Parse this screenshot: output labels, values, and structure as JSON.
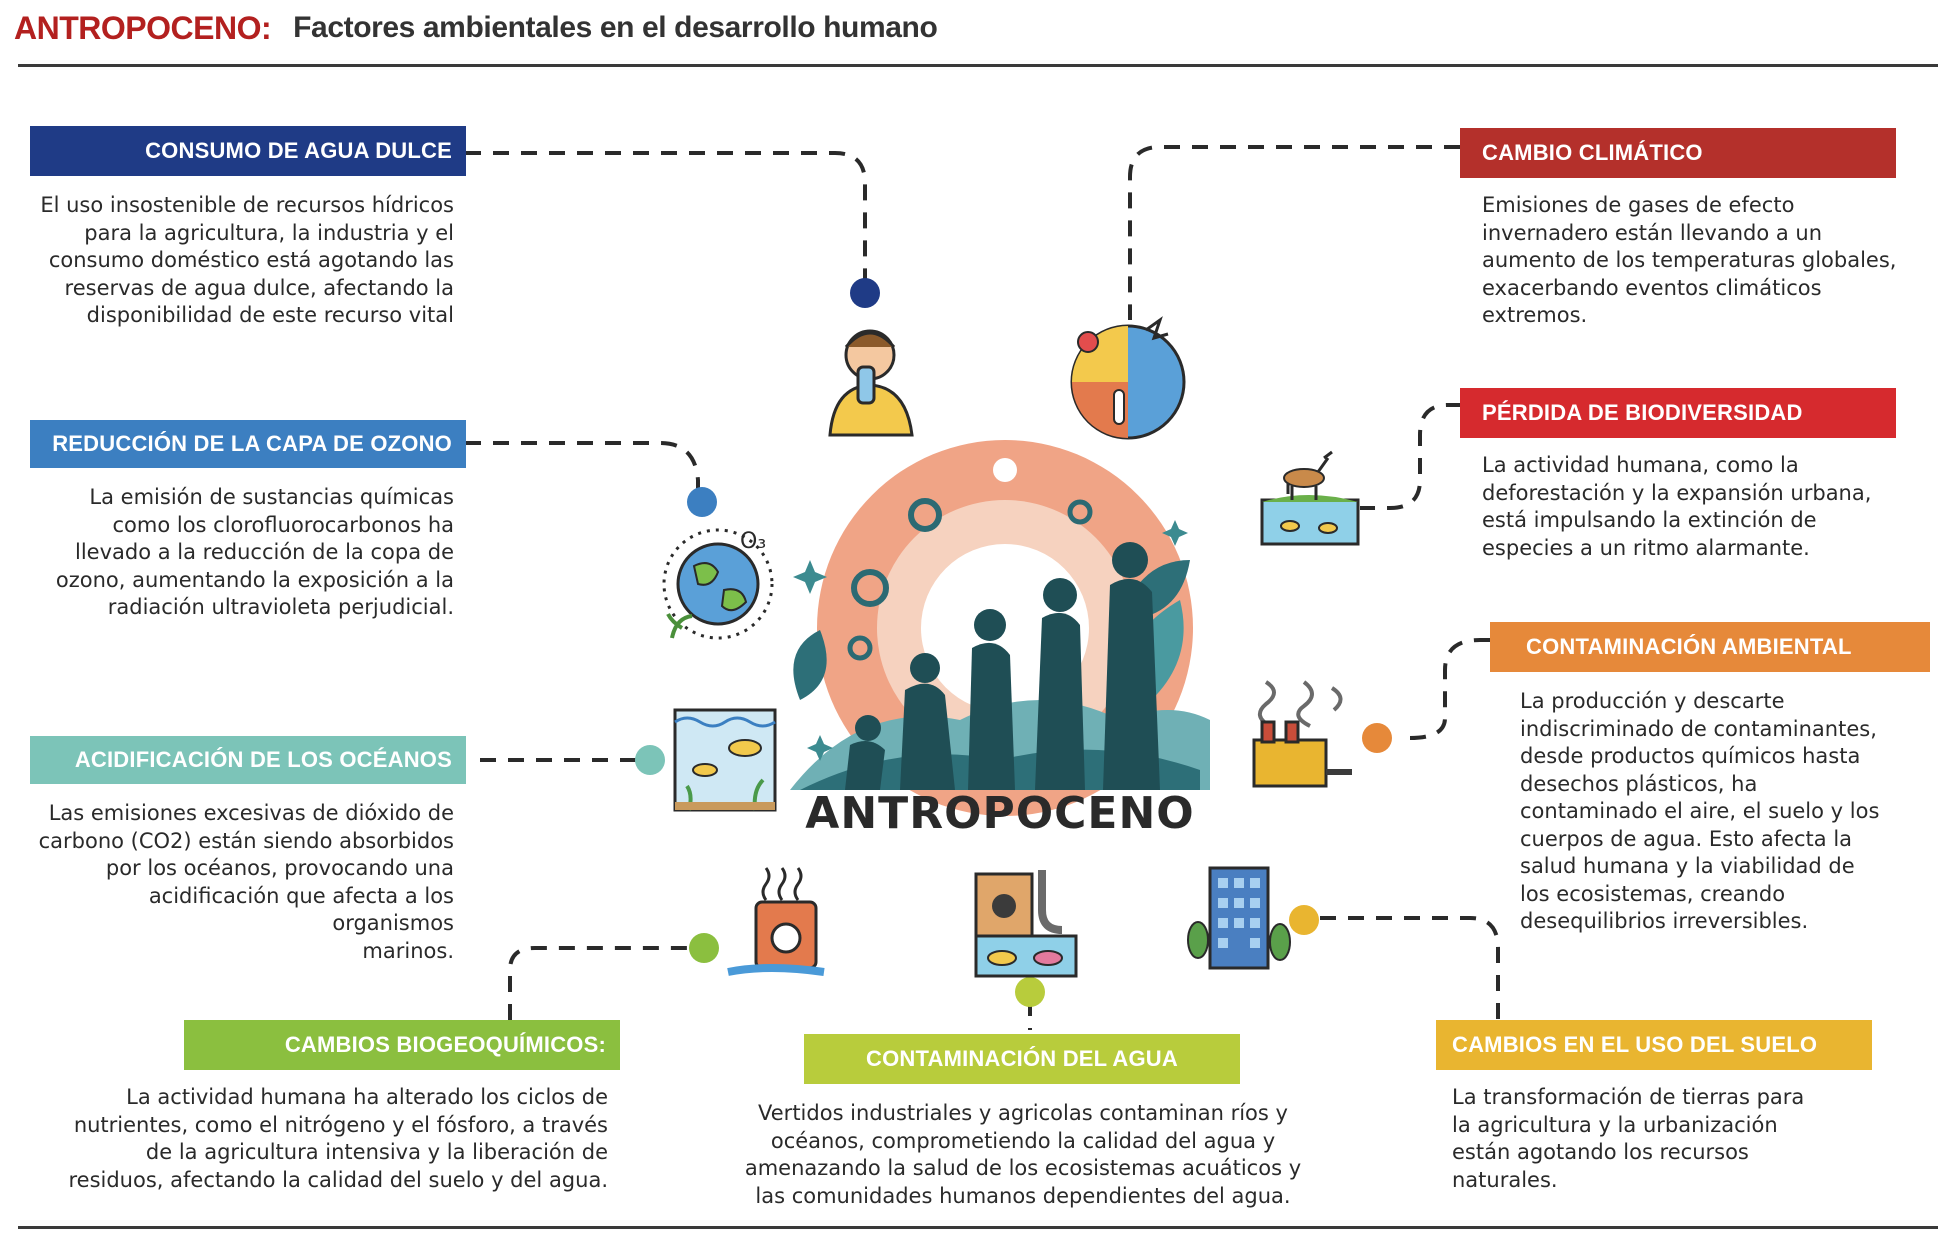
{
  "header": {
    "brand": "ANTROPOCENO:",
    "subtitle": "Factores ambientales en el desarrollo humano"
  },
  "center_label": "ANTROPOCENO",
  "colors": {
    "navy": "#1f3b86",
    "blue": "#3c7fc1",
    "teal": "#7cc4b8",
    "green": "#8bbf3f",
    "lime": "#b8cc3c",
    "yellow": "#e9b530",
    "orange": "#e6893a",
    "red": "#d62a2e",
    "darkred": "#b4302b"
  },
  "factors": {
    "agua_dulce": {
      "title": "CONSUMO DE AGUA DULCE",
      "lines": [
        "El uso insostenible de recursos hídricos",
        "para la agricultura, la industria y el",
        "consumo doméstico está agotando las",
        "reservas de agua dulce, afectando la",
        "disponibilidad de este recurso vital"
      ]
    },
    "ozono": {
      "title": "REDUCCIÓN DE LA CAPA DE OZONO",
      "lines": [
        "La emisión de sustancias químicas",
        "como los clorofluorocarbonos ha",
        "llevado a la reducción de la copa de",
        "ozono, aumentando la exposición a la",
        "radiación ultravioleta perjudicial."
      ]
    },
    "oceanos": {
      "title": "ACIDIFICACIÓN DE LOS OCÉANOS",
      "lines": [
        "Las emisiones excesivas de dióxido de",
        "carbono (CO2) están siendo absorbidos",
        "por los océanos, provocando una",
        "acidificación que afecta a los organismos",
        "marinos."
      ]
    },
    "biogeoquimicos": {
      "title": "CAMBIOS BIOGEOQUÍMICOS:",
      "lines": [
        "La actividad humana ha alterado los ciclos de",
        "nutrientes, como el nitrógeno y el fósforo, a través",
        "de la agricultura intensiva y la liberación de",
        "residuos, afectando la calidad del suelo y del agua."
      ]
    },
    "agua": {
      "title": "CONTAMINACIÓN DEL AGUA",
      "lines": [
        "Vertidos industriales y agricolas contaminan ríos y",
        "océanos, comprometiendo la calidad del agua y",
        "amenazando la salud de los ecosistemas acuáticos y",
        "las comunidades humanos dependientes del agua."
      ]
    },
    "suelo": {
      "title": "CAMBIOS EN EL USO DEL SUELO",
      "lines": [
        "La transformación de tierras para",
        "la agricultura y la urbanización",
        "están agotando los recursos",
        "naturales."
      ]
    },
    "climatico": {
      "title": "CAMBIO CLIMÁTICO",
      "lines": [
        "Emisiones de gases de efecto",
        "invernadero están llevando a un",
        "aumento de los temperaturas globales,",
        "exacerbando eventos climáticos",
        "extremos."
      ]
    },
    "biodiversidad": {
      "title": "PÉRDIDA DE BIODIVERSIDAD",
      "lines": [
        "La actividad humana, como la",
        "deforestación y la expansión urbana,",
        "está impulsando la extinción de",
        "especies a un ritmo alarmante."
      ]
    },
    "ambiental": {
      "title": "CONTAMINACIÓN AMBIENTAL",
      "lines": [
        "La producción y descarte",
        "indiscriminado de contaminantes,",
        "desde productos químicos hasta",
        "desechos plásticos, ha",
        "contaminado el aire, el suelo y los",
        "cuerpos de agua. Esto afecta la",
        "salud humana y la viabilidad de",
        "los ecosistemas, creando",
        "desequilibrios irreversibles."
      ]
    }
  }
}
